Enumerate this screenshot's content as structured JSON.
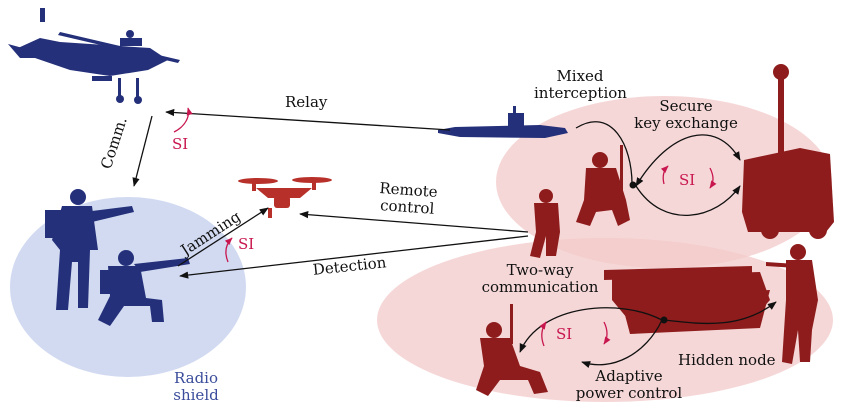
{
  "colors": {
    "allied_unit": "#24307a",
    "adversary_unit": "#8e1c1c",
    "radio_shield_zone": "#c9d3ef",
    "adversary_zone": "#f3c9c9",
    "si_accent": "#c8174f",
    "arrow": "#111111"
  },
  "labels": {
    "relay": "Relay",
    "comm": "Comm.",
    "si": "SI",
    "jamming": "Jamming",
    "remote_control_line1": "Remote",
    "remote_control_line2": "control",
    "detection": "Detection",
    "mixed_interception_line1": "Mixed",
    "mixed_interception_line2": "interception",
    "secure_key_exchange_line1": "Secure",
    "secure_key_exchange_line2": "key exchange",
    "two_way_line1": "Two-way",
    "two_way_line2": "communication",
    "hidden_node": "Hidden node",
    "adaptive_power_line1": "Adaptive",
    "adaptive_power_line2": "power control",
    "radio_shield_line1": "Radio",
    "radio_shield_line2": "shield"
  },
  "icons": [
    "helicopter-icon",
    "drone-icon",
    "submarine-icon",
    "soldier-standing-icon",
    "soldier-kneeling-icon",
    "military-truck-icon",
    "tank-icon",
    "radar-antenna-icon"
  ]
}
